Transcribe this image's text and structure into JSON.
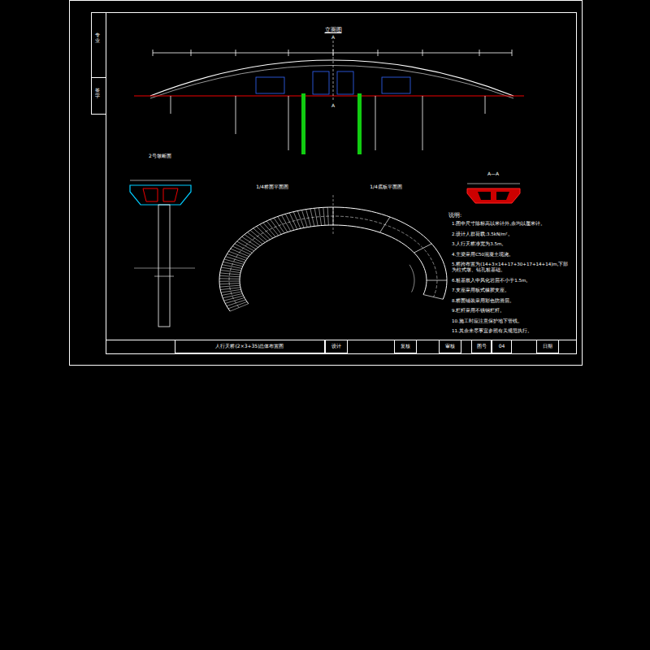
{
  "diagram": {
    "title": "立面图",
    "nodes": [
      {
        "text": [
          "人行天桥(2×3+35)总体布置图"
        ]
      },
      {
        "text": [
          "设计"
        ]
      },
      {
        "text": [
          "复核"
        ]
      },
      {
        "text": [
          "审核"
        ]
      },
      {
        "text": [
          "图号"
        ]
      },
      {
        "text": [
          "04"
        ]
      },
      {
        "text": [
          "日期"
        ]
      }
    ],
    "labels": [
      "A",
      "A",
      "2号墩断面",
      "A—A",
      "1/4桥面平面图",
      "1/4底板平面图",
      "说明:",
      "1.图中尺寸除标高以米计外,余均以厘米计。",
      "2.设计人群荷载:3.5kN/m²。",
      "3.人行天桥净宽为3.5m。",
      "4.主梁采用C50混凝土现浇。",
      "5.桥跨布置为(14+3×14+17+30+17+14+14)m,下部为柱式墩、钻孔桩基础。",
      "6.桩基嵌入中风化岩层不小于1.5m。",
      "7.支座采用板式橡胶支座。",
      "8.桥面铺装采用彩色防滑层。",
      "9.栏杆采用不锈钢栏杆。",
      "10.施工时应注意保护地下管线。",
      "11.其余未尽事宜参照有关规范执行。",
      "专业",
      "签字"
    ]
  }
}
